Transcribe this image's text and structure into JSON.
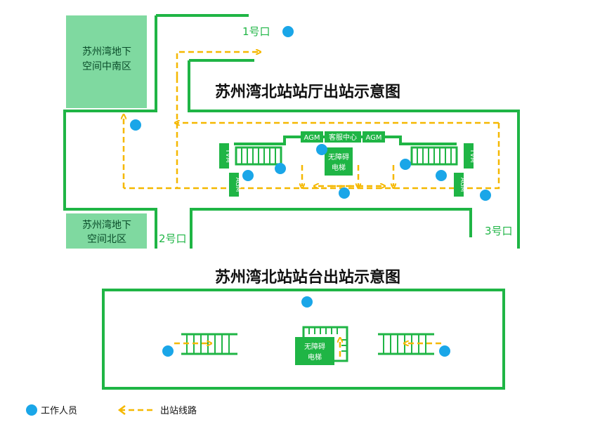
{
  "concourse": {
    "title": "苏州湾北站站厅出站示意图",
    "exit1": "1号口",
    "exit2": "2号口",
    "exit3": "3号口",
    "zone_south": [
      "苏州湾地下",
      "空间中南区"
    ],
    "zone_north": [
      "苏州湾地下",
      "空间北区"
    ],
    "agm": "AGM",
    "tvm": "TVM",
    "service_center": "客服中心",
    "elevator": [
      "无障碍",
      "电梯"
    ]
  },
  "platform": {
    "title": "苏州湾北站站台出站示意图",
    "elevator": [
      "无障碍",
      "电梯"
    ]
  },
  "legend": {
    "staff": "工作人员",
    "route": "出站线路"
  },
  "colors": {
    "wall": "#1fb545",
    "zone_fill": "#7fd9a0",
    "staff_dot": "#1aa6e8",
    "route": "#f5b800",
    "title": "#111111"
  }
}
